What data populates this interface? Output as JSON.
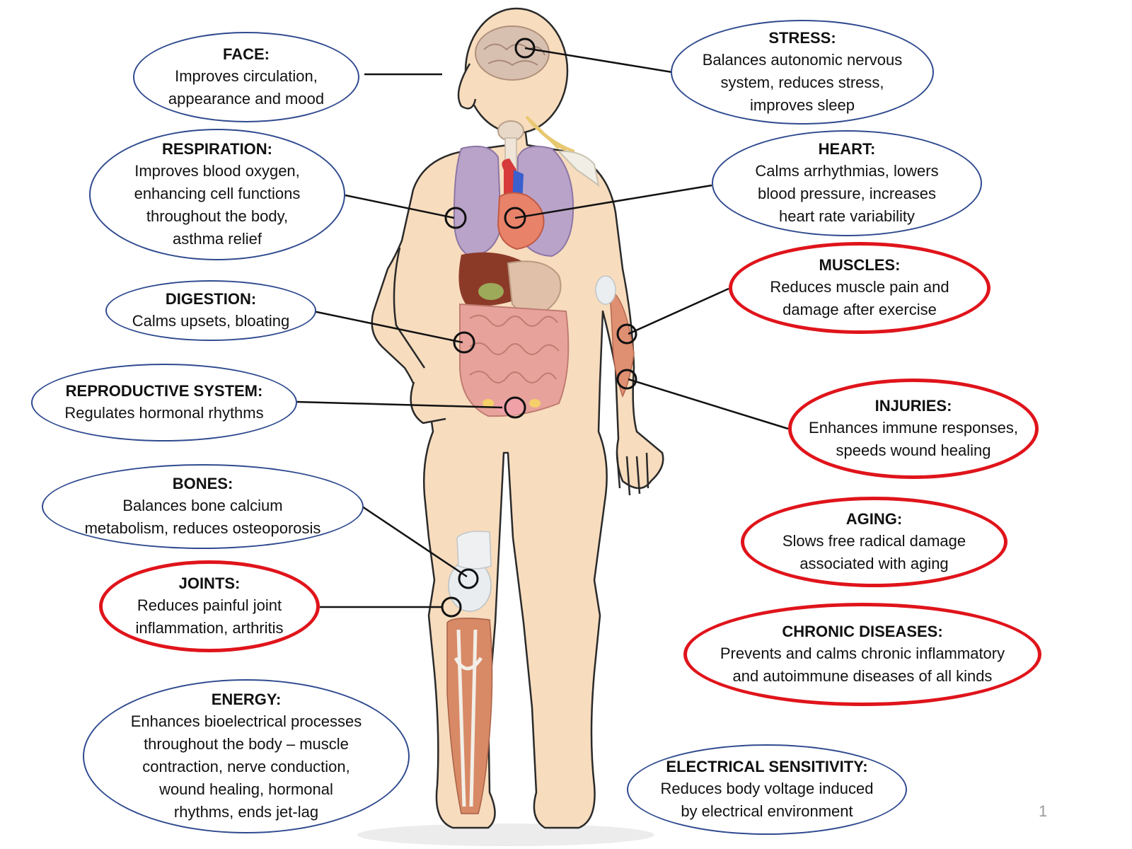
{
  "callouts": [
    {
      "id": "face",
      "title": "FACE:",
      "body": "Improves circulation,\nappearance and mood",
      "style": "blue"
    },
    {
      "id": "stress",
      "title": "STRESS:",
      "body": "Balances autonomic nervous\nsystem, reduces stress,\nimproves sleep",
      "style": "blue"
    },
    {
      "id": "respiration",
      "title": "RESPIRATION:",
      "body": "Improves blood oxygen,\nenhancing cell functions\nthroughout the body,\nasthma relief",
      "style": "blue"
    },
    {
      "id": "heart",
      "title": "HEART:",
      "body": "Calms arrhythmias, lowers\nblood pressure, increases\nheart rate variability",
      "style": "blue"
    },
    {
      "id": "muscles",
      "title": "MUSCLES:",
      "body": "Reduces muscle pain and\ndamage after exercise",
      "style": "red"
    },
    {
      "id": "digestion",
      "title": "DIGESTION:",
      "body": "Calms upsets, bloating",
      "style": "blue"
    },
    {
      "id": "reproductive",
      "title": "REPRODUCTIVE SYSTEM:",
      "body": "Regulates hormonal rhythms",
      "style": "blue"
    },
    {
      "id": "injuries",
      "title": "INJURIES:",
      "body": "Enhances immune responses,\nspeeds wound healing",
      "style": "red"
    },
    {
      "id": "bones",
      "title": "BONES:",
      "body": "Balances bone calcium\nmetabolism, reduces osteoporosis",
      "style": "blue"
    },
    {
      "id": "aging",
      "title": "AGING:",
      "body": "Slows free radical damage\nassociated with aging",
      "style": "red"
    },
    {
      "id": "joints",
      "title": "JOINTS:",
      "body": "Reduces painful joint\ninflammation, arthritis",
      "style": "red"
    },
    {
      "id": "chronic",
      "title": "CHRONIC DISEASES:",
      "body": "Prevents and calms chronic inflammatory\nand autoimmune diseases of all kinds",
      "style": "red"
    },
    {
      "id": "energy",
      "title": "ENERGY:",
      "body": "Enhances bioelectrical processes\nthroughout the body – muscle\ncontraction, nerve conduction,\nwound healing, hormonal\nrhythms, ends jet-lag",
      "style": "blue"
    },
    {
      "id": "electrical",
      "title": "ELECTRICAL SENSITIVITY:",
      "body": "Reduces body voltage induced\nby electrical environment",
      "style": "blue"
    }
  ],
  "colors": {
    "callout_border": "#2f4a8f",
    "highlight_border": "#e0141b",
    "skin": "#f7dcbe",
    "lung": "#b9a3c9"
  },
  "page_number": "1"
}
